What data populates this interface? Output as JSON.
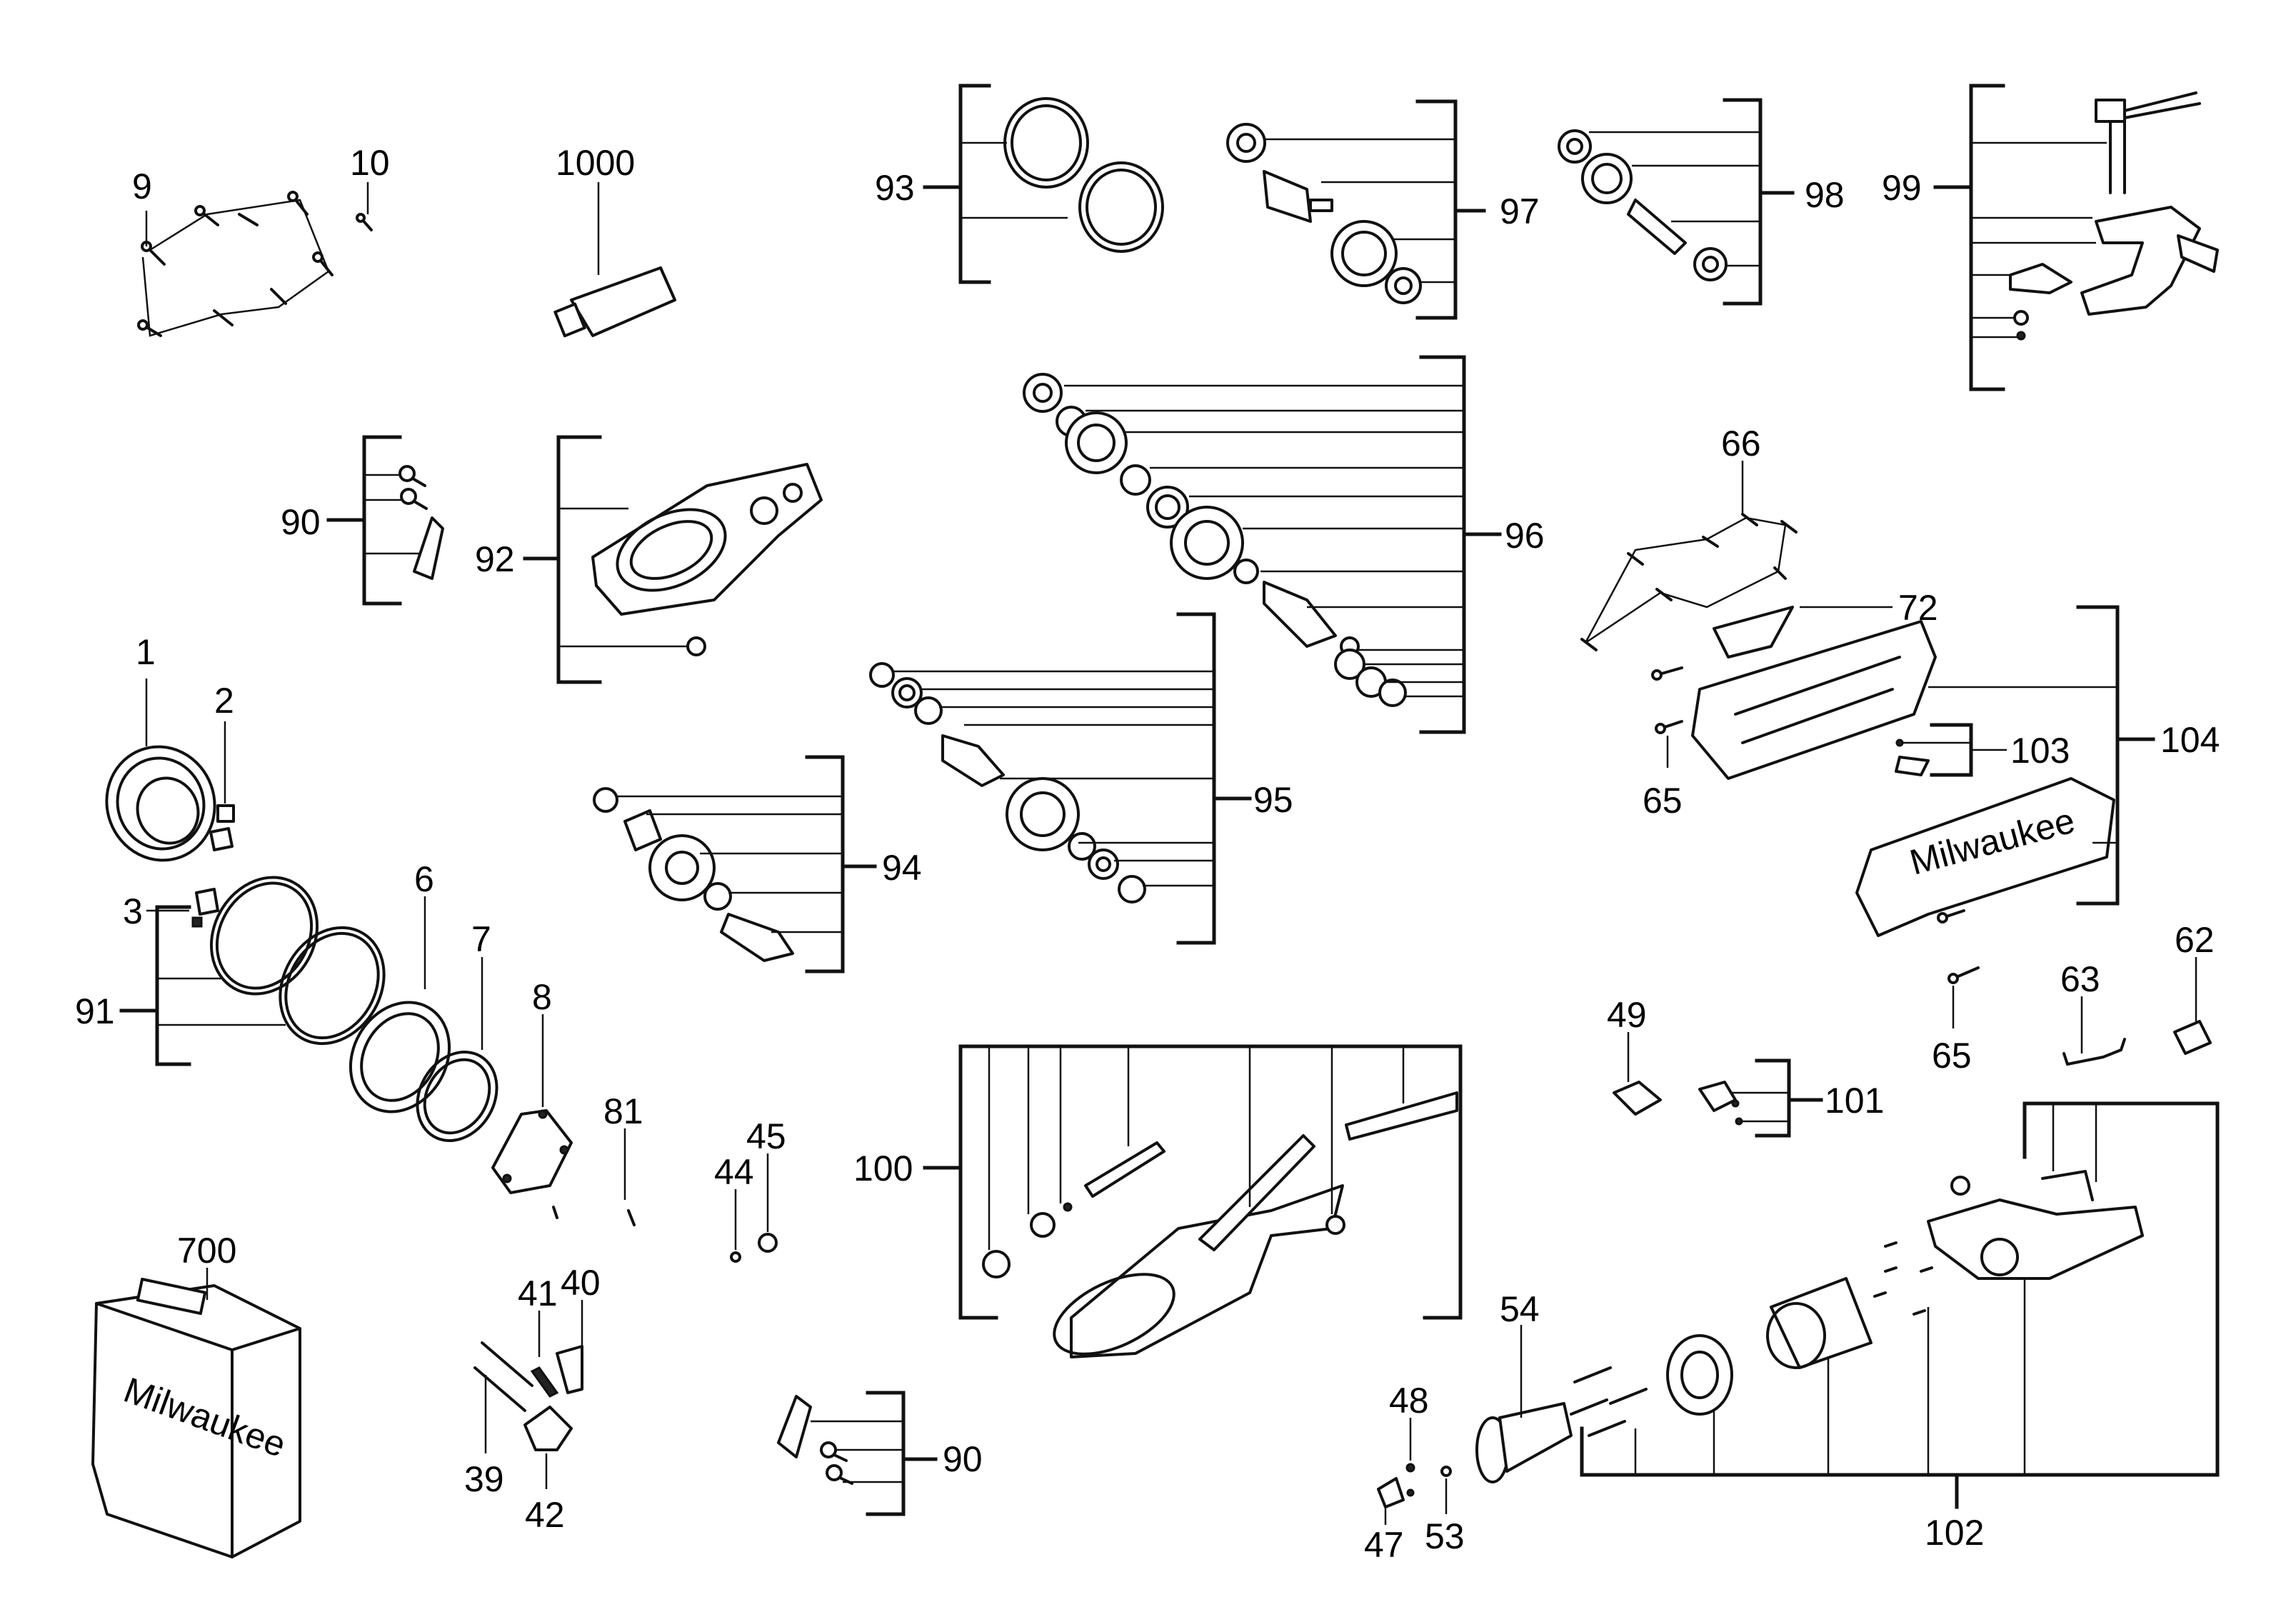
{
  "callouts": {
    "c9": "9",
    "c10": "10",
    "c1000": "1000",
    "c93": "93",
    "c97": "97",
    "c98": "98",
    "c99": "99",
    "c90a": "90",
    "c92": "92",
    "c96": "96",
    "c66": "66",
    "c72": "72",
    "c1": "1",
    "c2": "2",
    "c3": "3",
    "c95": "95",
    "c103": "103",
    "c104": "104",
    "c65a": "65",
    "c94": "94",
    "c6": "6",
    "c7": "7",
    "c91": "91",
    "c8": "8",
    "c62": "62",
    "c63": "63",
    "c65b": "65",
    "c49": "49",
    "c101": "101",
    "c81": "81",
    "c45": "45",
    "c44": "44",
    "c100": "100",
    "c700": "700",
    "c41": "41",
    "c40": "40",
    "c54": "54",
    "c48": "48",
    "c39": "39",
    "c42": "42",
    "c90b": "90",
    "c47": "47",
    "c53": "53",
    "c102": "102"
  },
  "artwork": {
    "case_logo": "Milwaukee",
    "housing_logo": "Milwaukee"
  }
}
